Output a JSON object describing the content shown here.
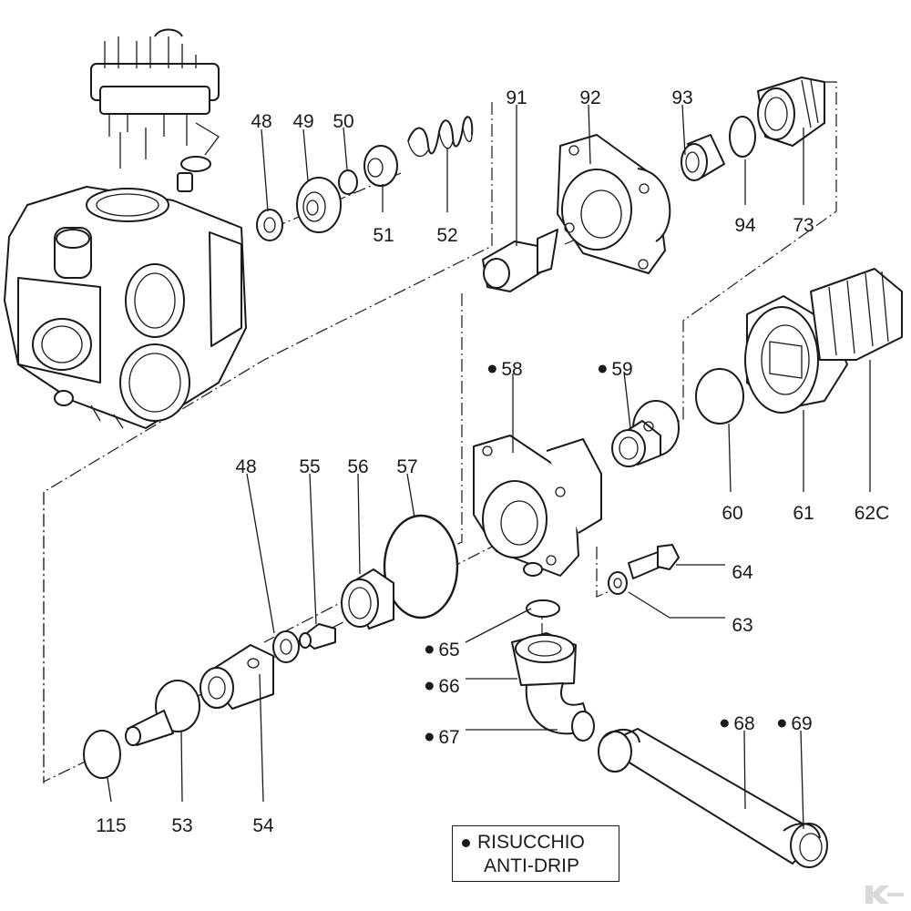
{
  "labels": [
    {
      "id": "48a",
      "text": "48",
      "dot": false
    },
    {
      "id": "49",
      "text": "49",
      "dot": false
    },
    {
      "id": "50",
      "text": "50",
      "dot": false
    },
    {
      "id": "51",
      "text": "51",
      "dot": false
    },
    {
      "id": "52",
      "text": "52",
      "dot": false
    },
    {
      "id": "91",
      "text": "91",
      "dot": false
    },
    {
      "id": "92",
      "text": "92",
      "dot": false
    },
    {
      "id": "93",
      "text": "93",
      "dot": false
    },
    {
      "id": "94",
      "text": "94",
      "dot": false
    },
    {
      "id": "73",
      "text": "73",
      "dot": false
    },
    {
      "id": "58",
      "text": "58",
      "dot": true
    },
    {
      "id": "59",
      "text": "59",
      "dot": true
    },
    {
      "id": "60",
      "text": "60",
      "dot": false
    },
    {
      "id": "61",
      "text": "61",
      "dot": false
    },
    {
      "id": "62C",
      "text": "62C",
      "dot": false
    },
    {
      "id": "48b",
      "text": "48",
      "dot": false
    },
    {
      "id": "55",
      "text": "55",
      "dot": false
    },
    {
      "id": "56",
      "text": "56",
      "dot": false
    },
    {
      "id": "57",
      "text": "57",
      "dot": false
    },
    {
      "id": "64",
      "text": "64",
      "dot": false
    },
    {
      "id": "63",
      "text": "63",
      "dot": false
    },
    {
      "id": "65",
      "text": "65",
      "dot": true
    },
    {
      "id": "66",
      "text": "66",
      "dot": true
    },
    {
      "id": "67",
      "text": "67",
      "dot": true
    },
    {
      "id": "68",
      "text": "68",
      "dot": true
    },
    {
      "id": "69",
      "text": "69",
      "dot": true
    },
    {
      "id": "115",
      "text": "115",
      "dot": false
    },
    {
      "id": "53",
      "text": "53",
      "dot": false
    },
    {
      "id": "54",
      "text": "54",
      "dot": false
    }
  ],
  "legend": {
    "line1": "RISUCCHIO",
    "line2": "ANTI-DRIP"
  },
  "logo": {
    "icon": "kramp-k-logo-icon",
    "color": "#d9d9d9"
  }
}
